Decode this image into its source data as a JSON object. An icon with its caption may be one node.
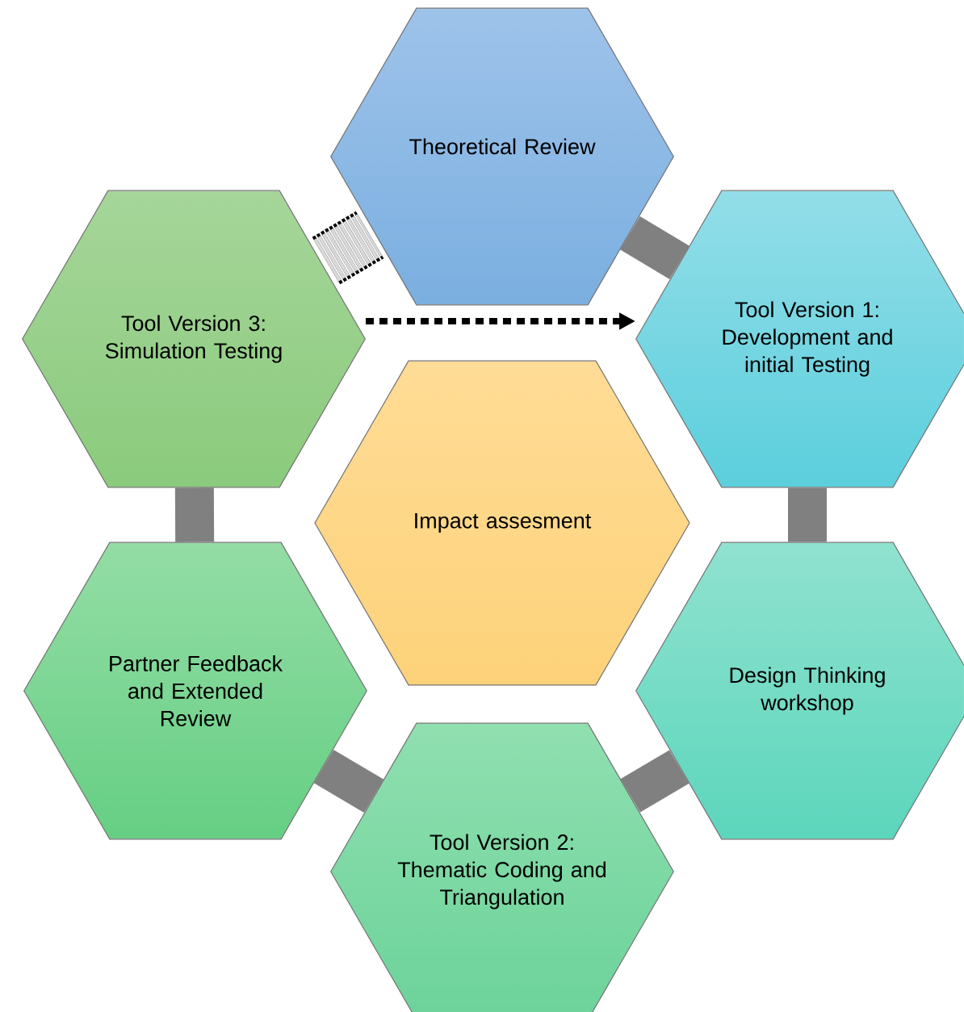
{
  "diagram": {
    "nodes": [
      {
        "text": [
          "Theoretical Review"
        ]
      },
      {
        "text": [
          "Tool Version 3: Simulation Testing"
        ]
      },
      {
        "text": [
          "Tool Version 1: Development and initial Testing"
        ]
      },
      {
        "text": [
          "Impact assesment"
        ]
      },
      {
        "text": [
          "Partner Feedback and Extended Review"
        ]
      },
      {
        "text": [
          "Design Thinking workshop"
        ]
      },
      {
        "text": [
          "Tool Version 2: Thematic Coding and Triangulation"
        ]
      }
    ],
    "edges": [
      {
        "from": 0,
        "to": 2,
        "arrow": "none"
      },
      {
        "from": 2,
        "to": 5,
        "arrow": "none"
      },
      {
        "from": 5,
        "to": 6,
        "arrow": "none"
      },
      {
        "from": 6,
        "to": 4,
        "arrow": "none"
      },
      {
        "from": 4,
        "to": 1,
        "arrow": "none"
      },
      {
        "from": 1,
        "to": 0,
        "arrow": "none",
        "style": "dashed",
        "color": "#000000"
      },
      {
        "from": 1,
        "to": 2,
        "arrow": "to",
        "style": "dashed",
        "color": "#000000"
      }
    ]
  }
}
